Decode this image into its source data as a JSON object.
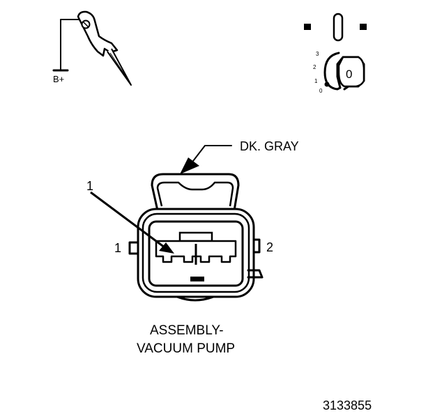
{
  "probe_label": "B+",
  "ignition": {
    "positions": [
      "3",
      "2",
      "1",
      "0"
    ],
    "key_label": "0"
  },
  "wire_label": "DK. GRAY",
  "callout_label": "1",
  "pin_left_label": "1",
  "pin_right_label": "2",
  "component_line1": "ASSEMBLY-",
  "component_line2": "VACUUM PUMP",
  "figure_id": "3133855"
}
